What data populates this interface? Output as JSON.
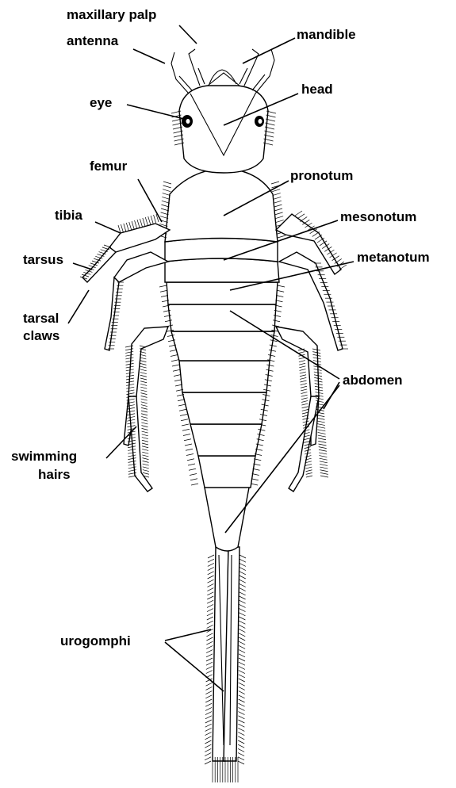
{
  "labels": {
    "maxillary_palp": "maxillary palp",
    "antenna": "antenna",
    "mandible": "mandible",
    "eye": "eye",
    "head": "head",
    "femur": "femur",
    "pronotum": "pronotum",
    "tibia": "tibia",
    "mesonotum": "mesonotum",
    "tarsus": "tarsus",
    "metanotum": "metanotum",
    "tarsal_claws_1": "tarsal",
    "tarsal_claws_2": "claws",
    "abdomen": "abdomen",
    "swimming_hairs_1": "swimming",
    "swimming_hairs_2": "hairs",
    "urogomphi": "urogomphi"
  },
  "colors": {
    "ink": "#000000",
    "paper": "#ffffff"
  }
}
